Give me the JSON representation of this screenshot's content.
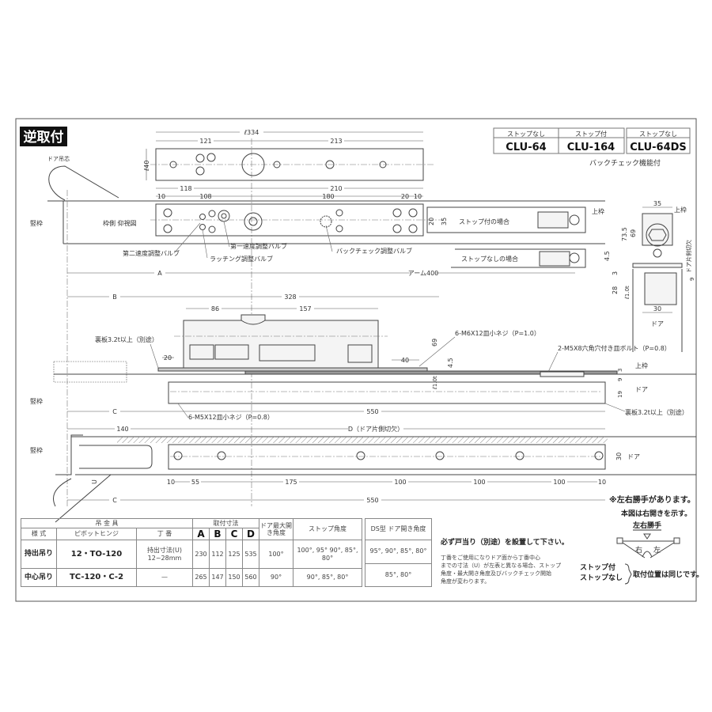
{
  "title": "逆取付",
  "models": [
    {
      "type": "ストップなし",
      "name": "CLU-64"
    },
    {
      "type": "ストップ付",
      "name": "CLU-164"
    },
    {
      "type": "ストップなし",
      "name": "CLU-64DS"
    }
  ],
  "backcheck_note": "バックチェック機能付",
  "labels": {
    "door_pivot": "ドア吊芯",
    "vertical_frame": "竪枠",
    "frame_view": "枠側 仰視図",
    "upper_frame": "上枠",
    "door": "ドア",
    "valve2": "第二速度調整バルブ",
    "latch_valve": "ラッチング調整バルブ",
    "valve1": "第一速度調整バルブ",
    "backcheck_valve": "バックチェック調整バルブ",
    "with_stop": "ストップ付の場合",
    "without_stop": "ストップなしの場合",
    "arm": "アーム400",
    "backplate": "裏板3.2t以上（別途）",
    "screw_m6": "6-M6X12皿小ネジ（P=1.0）",
    "screw_m5": "6-M5X12皿小ネジ（P=0.8）",
    "bolt_m5": "2-M5X8六角穴付き皿ボルト（P=0.8）",
    "door_cutout": "D（ドア片側切欠）",
    "door_side_cutout": "ドア片側切欠",
    "u": "U"
  },
  "dims": {
    "l334": "ℓ334",
    "d121": "121",
    "d213": "213",
    "l40": "ℓ40",
    "d118": "118",
    "d210": "210",
    "d10a": "10",
    "d108": "108",
    "d180": "180",
    "d20": "20",
    "d10b": "10",
    "d20v": "20",
    "d35v": "35",
    "A": "A",
    "B": "B",
    "C": "C",
    "d328": "328",
    "d86": "86",
    "d157": "157",
    "d20b": "20",
    "d40": "40",
    "d69": "69",
    "d45": "4.5",
    "l10": "ℓ1.0t",
    "d550": "550",
    "d19": "19",
    "d9": "9",
    "d3": "3",
    "d140": "140",
    "d10c": "10",
    "d55": "55",
    "d175": "175",
    "d100a": "100",
    "d100b": "100",
    "d100c": "100",
    "d10d": "10",
    "d30": "30",
    "s35": "35",
    "s735": "73.5",
    "s69": "69",
    "s45": "4.5",
    "s3": "3",
    "s28": "28",
    "s10t": "ℓ1.0t",
    "s30": "30",
    "s9": "9"
  },
  "table": {
    "hanger": "吊 金 具",
    "mount_dims": "取付寸法",
    "max_open": "ドア最大開き角度",
    "stop_angle": "ストップ角度",
    "style": "様 式",
    "pivot": "ピボットヒンジ",
    "hinge": "丁 番",
    "cols": [
      "A",
      "B",
      "C",
      "D"
    ],
    "rows": [
      {
        "style": "持出吊り",
        "pivot": "12・TO-120",
        "hinge": "持出寸法(U) 12~28mm",
        "A": "230",
        "B": "112",
        "C": "125",
        "D": "535",
        "max_open": "100°",
        "stop": "100°, 95° 90°, 85°, 80°",
        "ds": "95°, 90°, 85°, 80°"
      },
      {
        "style": "中心吊り",
        "pivot": "TC-120・C-2",
        "hinge": "—",
        "A": "265",
        "B": "147",
        "C": "150",
        "D": "560",
        "max_open": "90°",
        "stop": "90°, 85°, 80°",
        "ds": "85°, 80°"
      }
    ],
    "ds_header": "DS型 ドア開き角度"
  },
  "notes": {
    "must_stop": "必ず戸当り（別途）を設置して下さい。",
    "hinge_note": [
      "丁番をご使用になりドア面から丁番中心",
      "までの寸法（U）が左表と異なる場合、ストップ",
      "角度・最大開き角度及びバックチェック開始",
      "角度が変わります。"
    ],
    "handed": "※左右勝手があります。",
    "right_open": "本図は右開きを示す。",
    "handed_title": "左右勝手",
    "right": "右",
    "left": "左",
    "stop_with": "ストップ付",
    "stop_without": "ストップなし",
    "same_position": "取付位置は同じです。"
  }
}
